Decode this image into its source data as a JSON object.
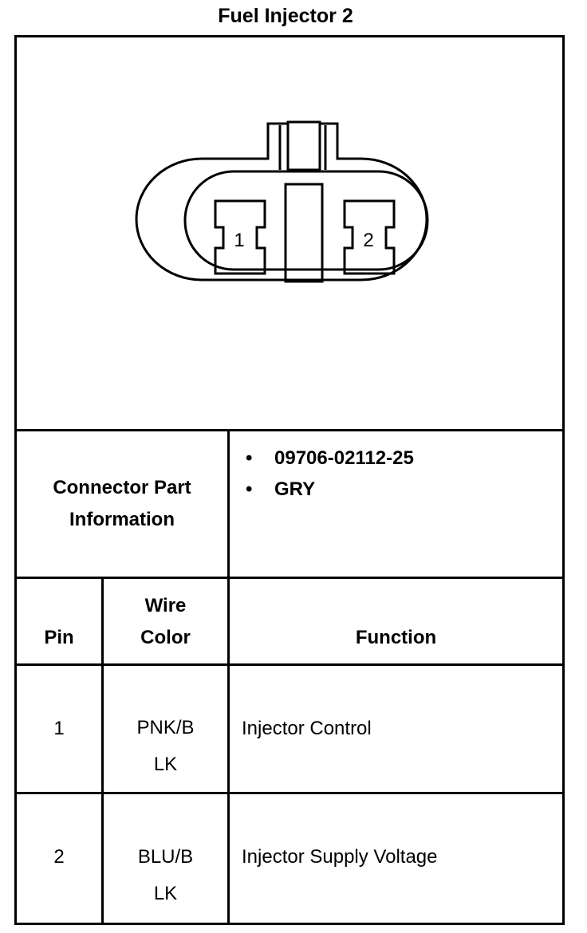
{
  "title": "Fuel Injector 2",
  "connector": {
    "pin_labels": [
      "1",
      "2"
    ]
  },
  "part_info": {
    "label_line1": "Connector Part",
    "label_line2": "Information",
    "items": [
      "09706-02112-25",
      "GRY"
    ]
  },
  "table": {
    "headers": {
      "pin": "Pin",
      "wire_color_line1": "Wire",
      "wire_color_line2": "Color",
      "function": "Function"
    },
    "rows": [
      {
        "pin": "1",
        "wire_line1": "PNK/B",
        "wire_line2": "LK",
        "function": "Injector Control"
      },
      {
        "pin": "2",
        "wire_line1": "BLU/B",
        "wire_line2": "LK",
        "function": "Injector Supply Voltage"
      }
    ]
  }
}
